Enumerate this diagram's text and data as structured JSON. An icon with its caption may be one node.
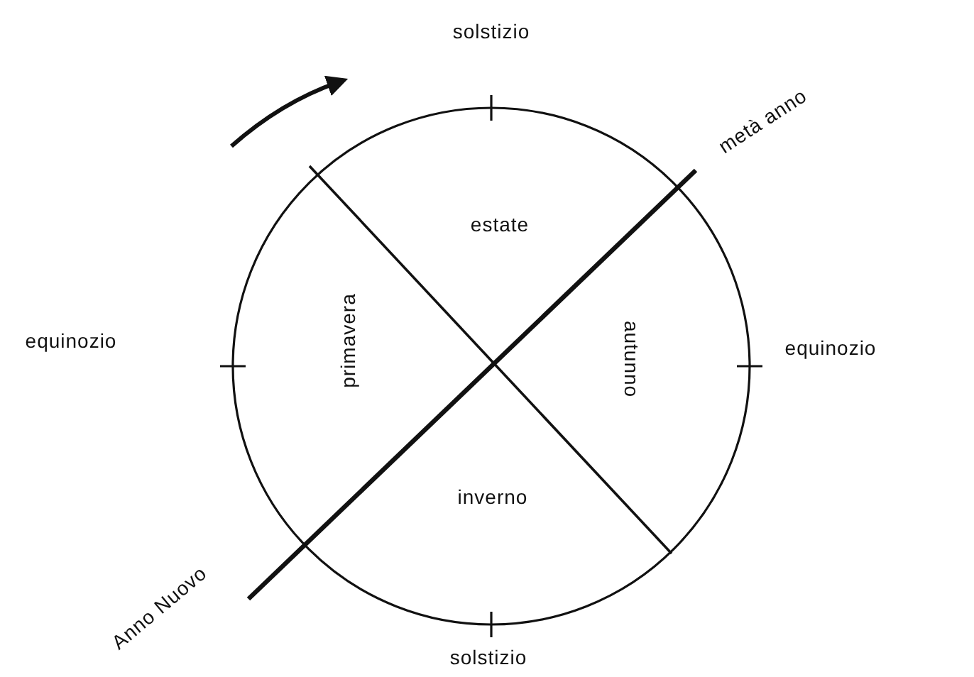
{
  "diagram": {
    "labels": [
      "solstizio",
      "metà anno",
      "estate",
      "equinozio",
      "primavera",
      "autunno",
      "equinozio",
      "inverno",
      "Anno Nuovo",
      "solstizio"
    ]
  }
}
